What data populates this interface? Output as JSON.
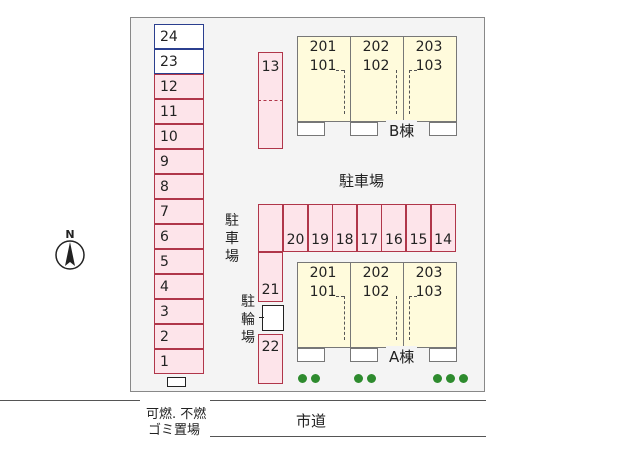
{
  "north_label": "N",
  "left_slots": [
    "24",
    "23",
    "12",
    "11",
    "10",
    "9",
    "8",
    "7",
    "6",
    "5",
    "4",
    "3",
    "2",
    "1"
  ],
  "top_slots": [
    "20",
    "19",
    "18",
    "17",
    "16",
    "15",
    "14"
  ],
  "slot_13": "13",
  "slot_21": "21",
  "slot_22": "22",
  "building_b": {
    "name": "B棟",
    "upper": [
      "201",
      "202",
      "203"
    ],
    "lower": [
      "101",
      "102",
      "103"
    ]
  },
  "building_a": {
    "name": "A棟",
    "upper": [
      "201",
      "202",
      "203"
    ],
    "lower": [
      "101",
      "102",
      "103"
    ]
  },
  "parking_main": "駐車場",
  "parking_side": [
    "駐",
    "車",
    "場"
  ],
  "bike_parking": [
    "駐",
    "輪",
    "場"
  ],
  "garbage_label_1": "可燃. 不燃",
  "garbage_label_2": "ゴミ置場",
  "road_label": "市道",
  "colors": {
    "slot_border": "#b0364a",
    "slot_fill": "#fde4ea",
    "blue_slot": "#2b3f8f",
    "building_fill": "#fffbdc",
    "tree": "#2e8b2e"
  }
}
